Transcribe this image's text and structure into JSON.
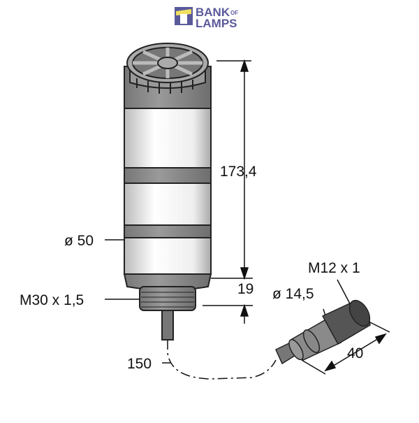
{
  "logo": {
    "text_line1": "BANK",
    "text_of": "OF",
    "text_line2": "LAMPS",
    "color": "#5a5a9a",
    "accent": "#f0e060"
  },
  "dimensions": {
    "height": "173,4",
    "diameter": "ø 50",
    "thread": "M30 x 1,5",
    "thread_length": "19",
    "cable_length": "150",
    "connector_thread": "M12 x 1",
    "connector_diameter": "ø 14,5",
    "connector_length": "40"
  },
  "colors": {
    "body_grey": "#8c8c8c",
    "lens_white": "#f2f2f2",
    "outline": "#222222"
  }
}
